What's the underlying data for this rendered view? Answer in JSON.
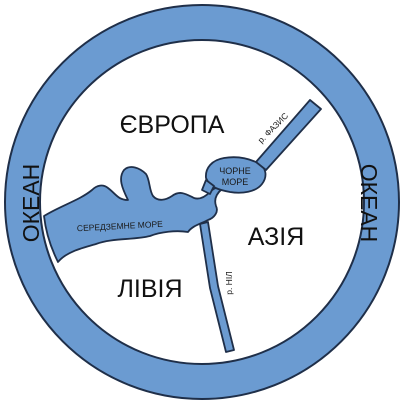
{
  "colors": {
    "water": "#6b9bd1",
    "outline": "#1f2f49",
    "land": "#ffffff"
  },
  "labels": {
    "ocean_left": "ОКЕАН",
    "ocean_right": "ОКЕАН",
    "europe": "ЄВРОПА",
    "asia": "АЗІЯ",
    "libya": "ЛІВІЯ",
    "mediterranean": "СЕРЕДЗЕМНЕ МОРЕ",
    "black_sea_line1": "ЧОРНЕ",
    "black_sea_line2": "МОРЕ",
    "river_phasis": "р. ФАЗИС",
    "river_nile": "р. НІЛ"
  }
}
